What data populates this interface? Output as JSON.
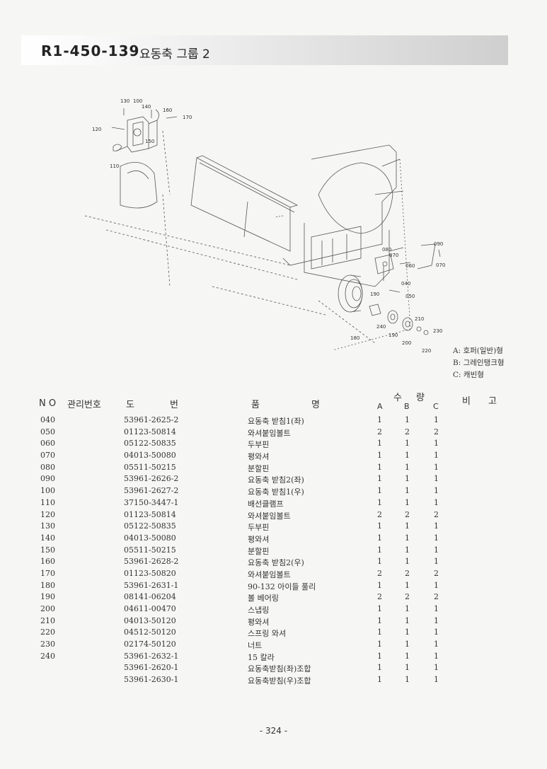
{
  "header": {
    "code": "R1-450-139",
    "title": "요동축 그룹 2"
  },
  "diagram": {
    "callouts": [
      "130",
      "100",
      "140",
      "160",
      "170",
      "120",
      "150",
      "110",
      "090",
      "080",
      "070",
      "060",
      "070",
      "040",
      "050",
      "190",
      "210",
      "230",
      "240",
      "190",
      "200",
      "220",
      "180"
    ]
  },
  "legend": [
    "A: 호퍼(일반)형",
    "B: 그레인탱크형",
    "C: 캐빈형"
  ],
  "table": {
    "headers": {
      "no": "N O",
      "mgmt": "관리번호",
      "dwg_1": "도",
      "dwg_2": "번",
      "name_1": "품",
      "name_2": "명",
      "qty_1": "수",
      "qty_2": "량",
      "a": "A",
      "b": "B",
      "c": "C",
      "note_1": "비",
      "note_2": "고"
    },
    "rows": [
      {
        "no": "040",
        "dwg": "53961-2625-2",
        "name": "요동축 받침1(좌)",
        "a": "1",
        "b": "1",
        "c": "1"
      },
      {
        "no": "050",
        "dwg": "01123-50814",
        "name": "와셔붙임볼트",
        "a": "2",
        "b": "2",
        "c": "2"
      },
      {
        "no": "060",
        "dwg": "05122-50835",
        "name": "두부핀",
        "a": "1",
        "b": "1",
        "c": "1"
      },
      {
        "no": "070",
        "dwg": "04013-50080",
        "name": "평와셔",
        "a": "1",
        "b": "1",
        "c": "1"
      },
      {
        "no": "080",
        "dwg": "05511-50215",
        "name": "분할핀",
        "a": "1",
        "b": "1",
        "c": "1"
      },
      {
        "no": "090",
        "dwg": "53961-2626-2",
        "name": "요동축 받침2(좌)",
        "a": "1",
        "b": "1",
        "c": "1"
      },
      {
        "no": "100",
        "dwg": "53961-2627-2",
        "name": "요동축 받침1(우)",
        "a": "1",
        "b": "1",
        "c": "1"
      },
      {
        "no": "110",
        "dwg": "37150-3447-1",
        "name": "배선클램프",
        "a": "1",
        "b": "1",
        "c": "1"
      },
      {
        "no": "120",
        "dwg": "01123-50814",
        "name": "와셔붙임볼트",
        "a": "2",
        "b": "2",
        "c": "2"
      },
      {
        "no": "130",
        "dwg": "05122-50835",
        "name": "두부핀",
        "a": "1",
        "b": "1",
        "c": "1"
      },
      {
        "no": "140",
        "dwg": "04013-50080",
        "name": "평와셔",
        "a": "1",
        "b": "1",
        "c": "1"
      },
      {
        "no": "150",
        "dwg": "05511-50215",
        "name": "분할핀",
        "a": "1",
        "b": "1",
        "c": "1"
      },
      {
        "no": "160",
        "dwg": "53961-2628-2",
        "name": "요동축 받침2(우)",
        "a": "1",
        "b": "1",
        "c": "1"
      },
      {
        "no": "170",
        "dwg": "01123-50820",
        "name": "와셔붙임볼트",
        "a": "2",
        "b": "2",
        "c": "2"
      },
      {
        "no": "180",
        "dwg": "53961-2631-1",
        "name": "90-132 아이들 풀리",
        "a": "1",
        "b": "1",
        "c": "1"
      },
      {
        "no": "190",
        "dwg": "08141-06204",
        "name": "볼 베어링",
        "a": "2",
        "b": "2",
        "c": "2"
      },
      {
        "no": "200",
        "dwg": "04611-00470",
        "name": "스냅링",
        "a": "1",
        "b": "1",
        "c": "1"
      },
      {
        "no": "210",
        "dwg": "04013-50120",
        "name": "평와셔",
        "a": "1",
        "b": "1",
        "c": "1"
      },
      {
        "no": "220",
        "dwg": "04512-50120",
        "name": "스프링 와셔",
        "a": "1",
        "b": "1",
        "c": "1"
      },
      {
        "no": "230",
        "dwg": "02174-50120",
        "name": "너트",
        "a": "1",
        "b": "1",
        "c": "1"
      },
      {
        "no": "240",
        "dwg": "53961-2632-1",
        "name": "15 칼라",
        "a": "1",
        "b": "1",
        "c": "1"
      },
      {
        "no": "",
        "dwg": "53961-2620-1",
        "name": "요동축받침(좌)조합",
        "a": "1",
        "b": "1",
        "c": "1"
      },
      {
        "no": "",
        "dwg": "53961-2630-1",
        "name": "요동축받침(우)조합",
        "a": "1",
        "b": "1",
        "c": "1"
      }
    ]
  },
  "footer": {
    "page": "- 324 -"
  }
}
